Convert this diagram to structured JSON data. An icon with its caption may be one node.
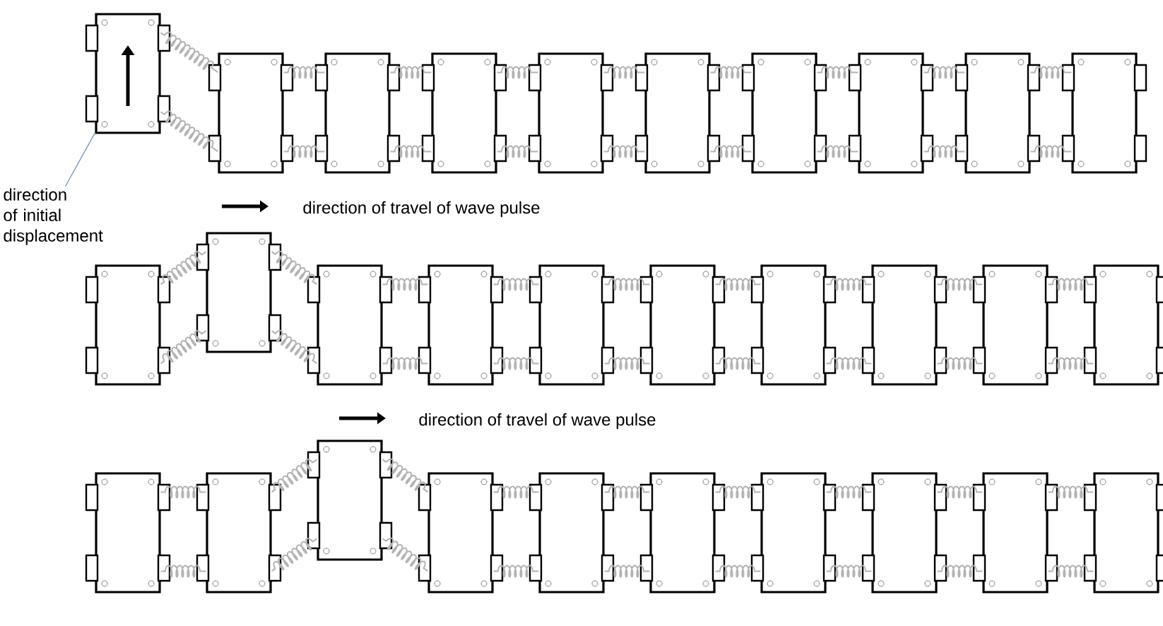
{
  "diagram": {
    "nodes": [
      {
        "text": [
          "direction of initial displacement"
        ]
      },
      {
        "text": [],
        "shape": "box"
      },
      {
        "text": [],
        "shape": "box"
      },
      {
        "text": [],
        "shape": "box"
      },
      {
        "text": [],
        "shape": "box"
      },
      {
        "text": [],
        "shape": "box"
      },
      {
        "text": [],
        "shape": "box"
      },
      {
        "text": [],
        "shape": "box"
      },
      {
        "text": [],
        "shape": "box"
      },
      {
        "text": [],
        "shape": "box"
      },
      {
        "text": [],
        "shape": "box"
      },
      {
        "text": [],
        "shape": "box"
      },
      {
        "text": [],
        "shape": "box"
      },
      {
        "text": [],
        "shape": "box"
      },
      {
        "text": [],
        "shape": "box"
      },
      {
        "text": [],
        "shape": "box"
      },
      {
        "text": [],
        "shape": "box"
      },
      {
        "text": [],
        "shape": "box"
      },
      {
        "text": [],
        "shape": "box"
      },
      {
        "text": [],
        "shape": "box"
      },
      {
        "text": [],
        "shape": "box"
      },
      {
        "text": [],
        "shape": "box"
      },
      {
        "text": [],
        "shape": "box"
      },
      {
        "text": [],
        "shape": "box"
      },
      {
        "text": [],
        "shape": "box"
      },
      {
        "text": [],
        "shape": "box"
      },
      {
        "text": [],
        "shape": "box"
      },
      {
        "text": [],
        "shape": "box"
      },
      {
        "text": [],
        "shape": "box"
      },
      {
        "text": [],
        "shape": "box"
      },
      {
        "text": [],
        "shape": "box"
      }
    ],
    "edges": [
      {
        "from": 0,
        "to": 1,
        "arrow": "none"
      },
      {
        "from": 1,
        "to": 2,
        "arrow": "none"
      },
      {
        "from": 1,
        "to": 2,
        "arrow": "none"
      },
      {
        "from": 2,
        "to": 3,
        "arrow": "none"
      },
      {
        "from": 2,
        "to": 3,
        "arrow": "none"
      },
      {
        "from": 3,
        "to": 4,
        "arrow": "none"
      },
      {
        "from": 3,
        "to": 4,
        "arrow": "none"
      },
      {
        "from": 4,
        "to": 5,
        "arrow": "none"
      },
      {
        "from": 4,
        "to": 5,
        "arrow": "none"
      },
      {
        "from": 5,
        "to": 6,
        "arrow": "none"
      },
      {
        "from": 5,
        "to": 6,
        "arrow": "none"
      },
      {
        "from": 6,
        "to": 7,
        "arrow": "none"
      },
      {
        "from": 6,
        "to": 7,
        "arrow": "none"
      },
      {
        "from": 7,
        "to": 8,
        "arrow": "none"
      },
      {
        "from": 7,
        "to": 8,
        "arrow": "none"
      },
      {
        "from": 8,
        "to": 9,
        "arrow": "none"
      },
      {
        "from": 8,
        "to": 9,
        "arrow": "none"
      },
      {
        "from": 9,
        "to": 10,
        "arrow": "none"
      },
      {
        "from": 9,
        "to": 10,
        "arrow": "none"
      },
      {
        "from": 11,
        "to": 12,
        "arrow": "none"
      },
      {
        "from": 11,
        "to": 12,
        "arrow": "none"
      },
      {
        "from": 12,
        "to": 13,
        "arrow": "none"
      },
      {
        "from": 12,
        "to": 13,
        "arrow": "none"
      },
      {
        "from": 13,
        "to": 14,
        "arrow": "none"
      },
      {
        "from": 13,
        "to": 14,
        "arrow": "none"
      },
      {
        "from": 14,
        "to": 15,
        "arrow": "none"
      },
      {
        "from": 14,
        "to": 15,
        "arrow": "none"
      },
      {
        "from": 15,
        "to": 16,
        "arrow": "none"
      },
      {
        "from": 15,
        "to": 16,
        "arrow": "none"
      },
      {
        "from": 16,
        "to": 17,
        "arrow": "none"
      },
      {
        "from": 16,
        "to": 17,
        "arrow": "none"
      },
      {
        "from": 17,
        "to": 18,
        "arrow": "none"
      },
      {
        "from": 17,
        "to": 18,
        "arrow": "none"
      },
      {
        "from": 18,
        "to": 19,
        "arrow": "none"
      },
      {
        "from": 18,
        "to": 19,
        "arrow": "none"
      },
      {
        "from": 19,
        "to": 20,
        "arrow": "none"
      },
      {
        "from": 19,
        "to": 20,
        "arrow": "none"
      },
      {
        "from": 21,
        "to": 22,
        "arrow": "none"
      },
      {
        "from": 21,
        "to": 22,
        "arrow": "none"
      },
      {
        "from": 22,
        "to": 23,
        "arrow": "none"
      },
      {
        "from": 22,
        "to": 23,
        "arrow": "none"
      },
      {
        "from": 23,
        "to": 24,
        "arrow": "none"
      },
      {
        "from": 23,
        "to": 24,
        "arrow": "none"
      },
      {
        "from": 24,
        "to": 25,
        "arrow": "none"
      },
      {
        "from": 24,
        "to": 25,
        "arrow": "none"
      },
      {
        "from": 25,
        "to": 26,
        "arrow": "none"
      },
      {
        "from": 25,
        "to": 26,
        "arrow": "none"
      },
      {
        "from": 26,
        "to": 27,
        "arrow": "none"
      },
      {
        "from": 26,
        "to": 27,
        "arrow": "none"
      },
      {
        "from": 27,
        "to": 28,
        "arrow": "none"
      },
      {
        "from": 27,
        "to": 28,
        "arrow": "none"
      },
      {
        "from": 28,
        "to": 29,
        "arrow": "none"
      },
      {
        "from": 28,
        "to": 29,
        "arrow": "none"
      },
      {
        "from": 29,
        "to": 30,
        "arrow": "none"
      },
      {
        "from": 29,
        "to": 30,
        "arrow": "none"
      }
    ],
    "labels": [
      "direction of travel of wave pulse",
      "direction of travel of wave pulse"
    ]
  }
}
